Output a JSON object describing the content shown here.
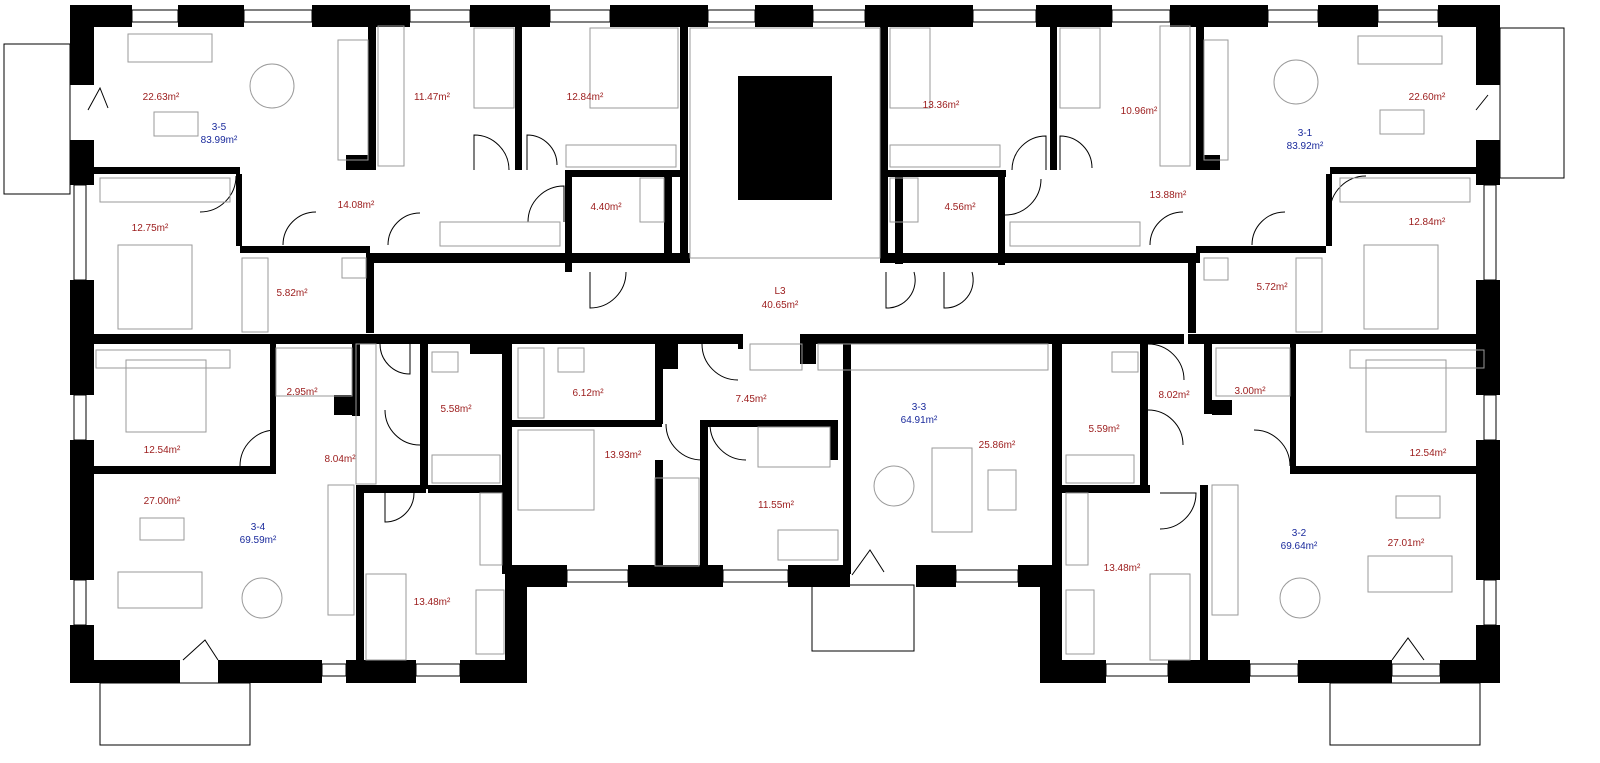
{
  "plan": {
    "core": {
      "name": "L3",
      "area": "40.65m²"
    },
    "apartments": [
      {
        "id": "3-5",
        "area": "83.99m²"
      },
      {
        "id": "3-1",
        "area": "83.92m²"
      },
      {
        "id": "3-4",
        "area": "69.59m²"
      },
      {
        "id": "3-3",
        "area": "64.91m²"
      },
      {
        "id": "3-2",
        "area": "69.64m²"
      }
    ],
    "rooms": [
      "22.63m²",
      "11.47m²",
      "12.84m²",
      "13.36m²",
      "10.96m²",
      "22.60m²",
      "14.08m²",
      "4.40m²",
      "4.56m²",
      "13.88m²",
      "12.75m²",
      "12.84m²",
      "5.82m²",
      "5.72m²",
      "2.95m²",
      "5.58m²",
      "6.12m²",
      "7.45m²",
      "5.59m²",
      "8.02m²",
      "3.00m²",
      "12.54m²",
      "8.04m²",
      "13.93m²",
      "25.86m²",
      "12.54m²",
      "27.00m²",
      "11.55m²",
      "13.48m²",
      "13.48m²",
      "27.01m²"
    ]
  }
}
